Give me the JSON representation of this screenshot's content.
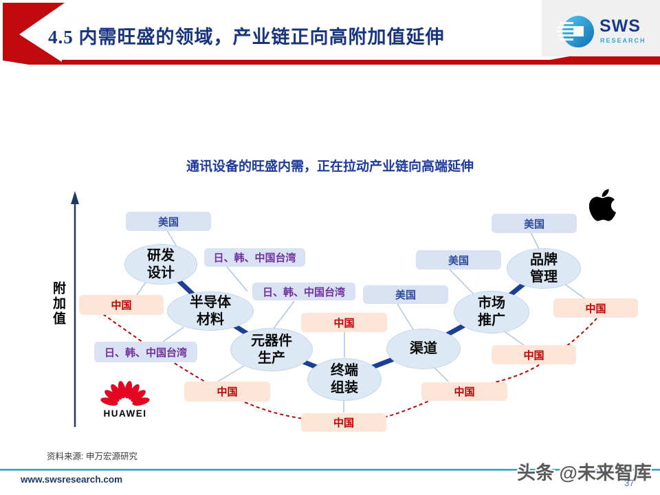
{
  "header": {
    "title": "4.5 内需旺盛的领域，产业链正向高附加值延伸",
    "logo": {
      "name": "SWS",
      "sub": "RESEARCH"
    }
  },
  "chart": {
    "title": "通讯设备的旺盛内需，正在拉动产业链向高端延伸",
    "y_axis_label": "附加值",
    "nodes": [
      {
        "id": "rd",
        "line1": "研发",
        "line2": "设计"
      },
      {
        "id": "semi",
        "line1": "半导体",
        "line2": "材料"
      },
      {
        "id": "component",
        "line1": "元器件",
        "line2": "生产"
      },
      {
        "id": "assembly",
        "line1": "终端",
        "line2": "组装"
      },
      {
        "id": "channel",
        "line1": "渠道",
        "line2": ""
      },
      {
        "id": "marketing",
        "line1": "市场",
        "line2": "推广"
      },
      {
        "id": "brand",
        "line1": "品牌",
        "line2": "管理"
      }
    ],
    "region_labels": {
      "us": "美国",
      "jp_kr_tw": "日、韩、中国台湾",
      "china": "中国"
    },
    "brands": {
      "huawei_label": "HUAWEI"
    },
    "icons": {
      "apple": "apple-logo",
      "huawei": "huawei-flower",
      "sws": "sws-globe"
    }
  },
  "footer": {
    "source": "资料来源: 申万宏源研究",
    "website": "www.swsresearch.com",
    "watermark": "头条 @未来智库",
    "page_number": "37"
  },
  "colors": {
    "accent_red": "#C00000",
    "header_navy": "#17357E",
    "chart_title_blue": "#1E3A9E",
    "node_fill": "#DCE9F5",
    "label_blue_fill": "#D9E2F3",
    "us_text": "#2E4C9E",
    "jp_kr_tw_text": "#7030A0",
    "china_fill": "#FCE4D6",
    "china_text": "#C00000",
    "backbone_navy": "#1B3F94",
    "thin_line": "#AFC8E5",
    "axis_navy": "#1F3864",
    "footer_line_blue": "#35A3C8",
    "huawei_red": "#E40521"
  }
}
